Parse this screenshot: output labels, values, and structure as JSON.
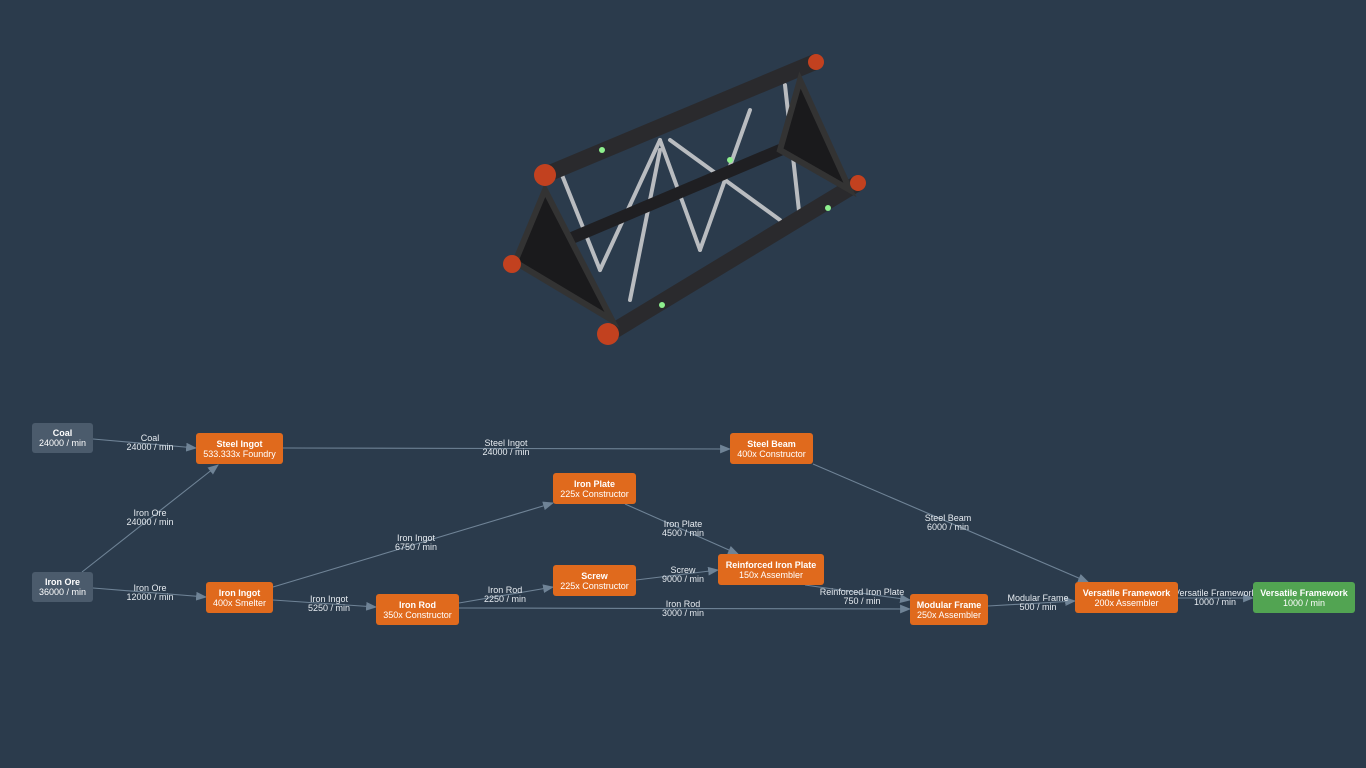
{
  "image": {
    "subject_icon": "versatile-framework-truss"
  },
  "colors": {
    "background": "#2b3b4c",
    "raw_node": "#4b5b6c",
    "process_node": "#e06a1d",
    "output_node": "#52a452",
    "edge": "#6f8396"
  },
  "nodes": {
    "coal": {
      "title": "Coal",
      "sub": "24000 / min"
    },
    "iron_ore": {
      "title": "Iron Ore",
      "sub": "36000 / min"
    },
    "steel_ingot": {
      "title": "Steel Ingot",
      "sub": "533.333x Foundry"
    },
    "iron_ingot": {
      "title": "Iron Ingot",
      "sub": "400x Smelter"
    },
    "iron_rod": {
      "title": "Iron Rod",
      "sub": "350x Constructor"
    },
    "iron_plate": {
      "title": "Iron Plate",
      "sub": "225x Constructor"
    },
    "screw": {
      "title": "Screw",
      "sub": "225x Constructor"
    },
    "reinforced_iron_plate": {
      "title": "Reinforced Iron Plate",
      "sub": "150x Assembler"
    },
    "steel_beam": {
      "title": "Steel Beam",
      "sub": "400x Constructor"
    },
    "modular_frame": {
      "title": "Modular Frame",
      "sub": "250x Assembler"
    },
    "versatile_framework": {
      "title": "Versatile Framework",
      "sub": "200x Assembler"
    },
    "versatile_framework_out": {
      "title": "Versatile Framework",
      "sub": "1000 / min"
    }
  },
  "edges": [
    {
      "item": "Coal",
      "rate": "24000 / min"
    },
    {
      "item": "Iron Ore",
      "rate": "24000 / min"
    },
    {
      "item": "Iron Ore",
      "rate": "12000 / min"
    },
    {
      "item": "Steel Ingot",
      "rate": "24000 / min"
    },
    {
      "item": "Iron Ingot",
      "rate": "6750 / min"
    },
    {
      "item": "Iron Ingot",
      "rate": "5250 / min"
    },
    {
      "item": "Iron Rod",
      "rate": "2250 / min"
    },
    {
      "item": "Iron Rod",
      "rate": "3000 / min"
    },
    {
      "item": "Iron Plate",
      "rate": "4500 / min"
    },
    {
      "item": "Screw",
      "rate": "9000 / min"
    },
    {
      "item": "Reinforced Iron Plate",
      "rate": "750 / min"
    },
    {
      "item": "Steel Beam",
      "rate": "6000 / min"
    },
    {
      "item": "Modular Frame",
      "rate": "500 / min"
    },
    {
      "item": "Versatile Framework",
      "rate": "1000 / min"
    }
  ]
}
